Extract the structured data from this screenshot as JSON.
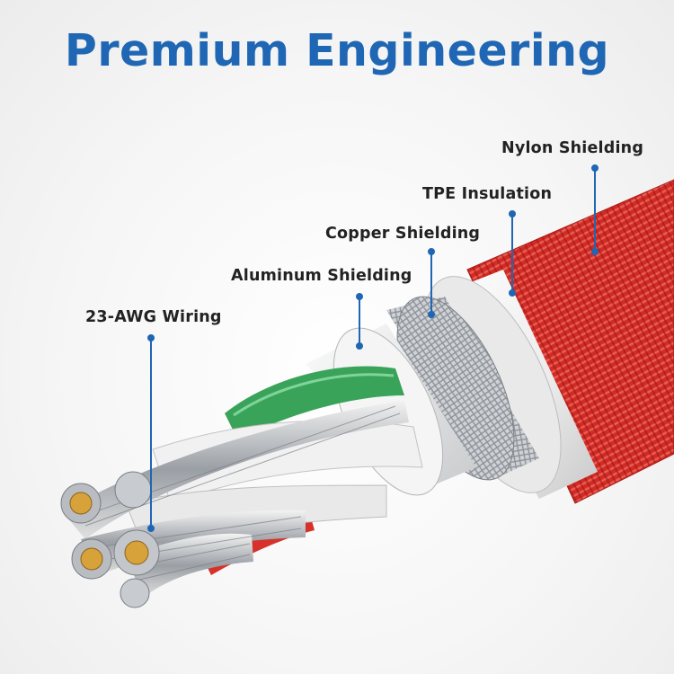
{
  "title": "Premium Engineering",
  "callouts": [
    {
      "id": "nylon",
      "text": "Nylon Shielding"
    },
    {
      "id": "tpe",
      "text": "TPE Insulation"
    },
    {
      "id": "copper",
      "text": "Copper Shielding"
    },
    {
      "id": "aluminum",
      "text": "Aluminum Shielding"
    },
    {
      "id": "awg",
      "text": "23-AWG Wiring"
    }
  ],
  "colors": {
    "title": "#1f66b4",
    "callout_line": "#1f66b4",
    "nylon_braid": "#d92b25",
    "tpe": "#f2f2f2",
    "aluminum_wire": "#3aa35a",
    "red_wire": "#d6322b",
    "copper_core": "#d8a23a"
  }
}
